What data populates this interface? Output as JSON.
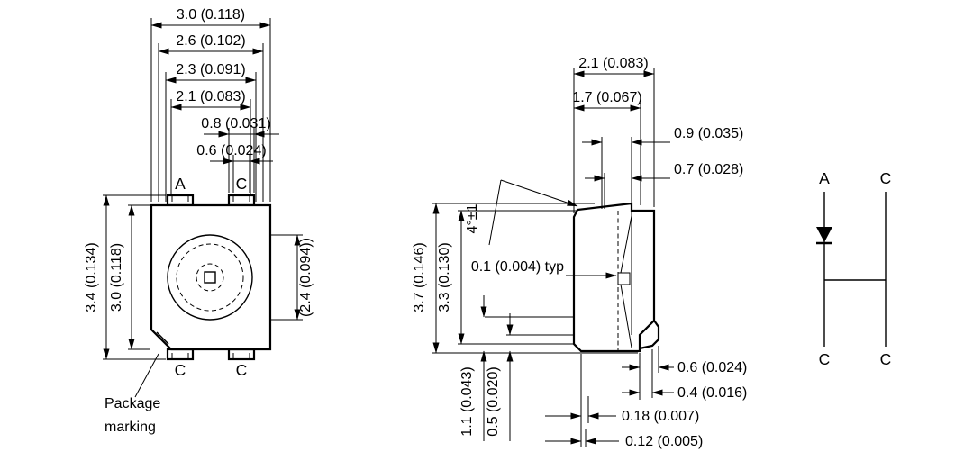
{
  "top_view": {
    "h_dims": [
      "3.0 (0.118)",
      "2.6 (0.102)",
      "2.3 (0.091)",
      "2.1 (0.083)",
      "0.8 (0.031)",
      "0.6 (0.024)"
    ],
    "v_dims": [
      "3.4 (0.134)",
      "3.0 (0.118)"
    ],
    "lens_dim": "(2.4 (0.094))",
    "pin_top_left": "A",
    "pin_top_right": "C",
    "pin_bottom_left": "C",
    "pin_bottom_right": "C",
    "marking_line1": "Package",
    "marking_line2": "marking"
  },
  "side_view": {
    "width_dims": [
      "2.1 (0.083)",
      "1.7 (0.067)"
    ],
    "lead_top_dims": [
      "0.9 (0.035)",
      "0.7 (0.028)"
    ],
    "angle_dim": "4°±1",
    "typ_dim": "0.1 (0.004) typ",
    "height_dims": [
      "3.7 (0.146)",
      "3.3 (0.130)"
    ],
    "standoff_dims": [
      "1.1 (0.043)",
      "0.5 (0.020)"
    ],
    "lead_side_dims": [
      "0.6 (0.024)",
      "0.4 (0.016)"
    ],
    "lead_thickness_dims": [
      "0.18 (0.007)",
      "0.12 (0.005)"
    ]
  },
  "schematic": {
    "anode_label": "A",
    "cathode_top_label": "C",
    "cathode_bottom_left": "C",
    "cathode_bottom_right": "C"
  },
  "colors": {
    "line": "#000000",
    "background": "#ffffff"
  }
}
